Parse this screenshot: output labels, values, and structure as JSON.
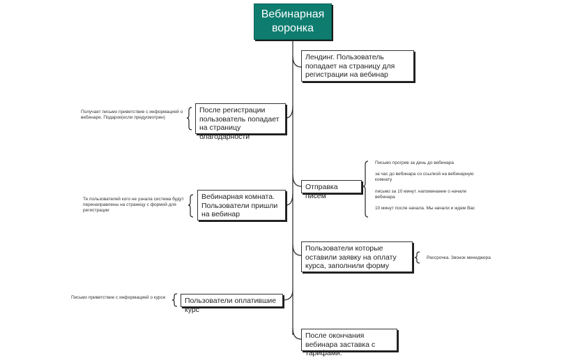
{
  "diagram": {
    "title": "Вебинарная воронка",
    "right_nodes": [
      "Лендинг. Пользователь попадает на страницу для регистрации на вебинар",
      "Отправка писем",
      "Пользователи которые оставили заявку на оплату курса, заполнили форму",
      "После окончания вебинара заставка с тарифами."
    ],
    "left_nodes": [
      "После регистрации пользователь попадает на страницу благодарности",
      "Вебинарная комната. Пользователи пришли на вебинар",
      "Пользователи оплатившие курс"
    ],
    "left_notes": [
      "Получает письмо приветствие с информацией о вебинаре. Подарок(если предусмотрен)",
      "Те пользователей кого не узнала система будут перенаправлены на страницу с формой для регистрации",
      "Письмо приветствие с информацией о курсе"
    ],
    "email_notes": [
      "Письмо прогрев за день до вебинара",
      "за час до вебинара со ссылкой на вебинарную комнату",
      "письмо за 10 минут. напоминание о начале вебинара",
      "10 минут после начала. Мы начали и ждем Вас"
    ],
    "payment_note": "Рассрочка. Звонок менеджера"
  }
}
